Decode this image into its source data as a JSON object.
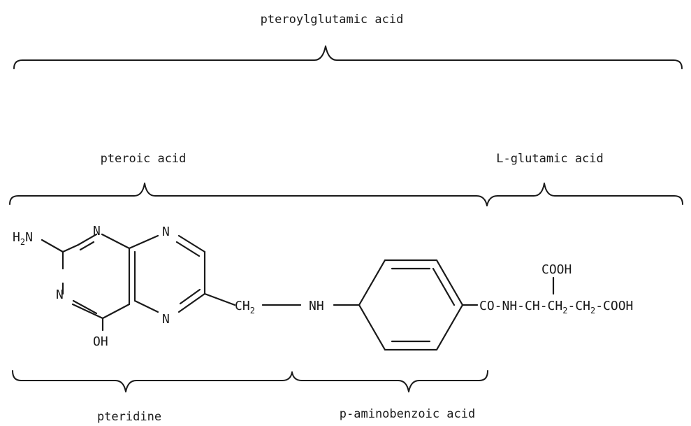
{
  "labels": {
    "pteroylglutamic": "pteroylglutamic acid",
    "pteroic": "pteroic acid",
    "glutamic": "L-glutamic acid",
    "pteridine": "pteridine",
    "aminobenzoic": "p-aminobenzoic acid"
  },
  "atoms": {
    "amine_h": "H",
    "amine_sub": "2",
    "amine_n": "N",
    "n1": "N",
    "n3": "N",
    "n5": "N",
    "n8": "N",
    "hydroxyl": "OH",
    "methylene_c": "CH",
    "methylene_sub": "2",
    "nh": "NH",
    "chain_part1": "CO-NH-CH-CH",
    "chain_sub1": "2",
    "chain_part2": "-CH",
    "chain_sub2": "2",
    "chain_part3": "-COOH",
    "side_cooh": "COOH"
  }
}
